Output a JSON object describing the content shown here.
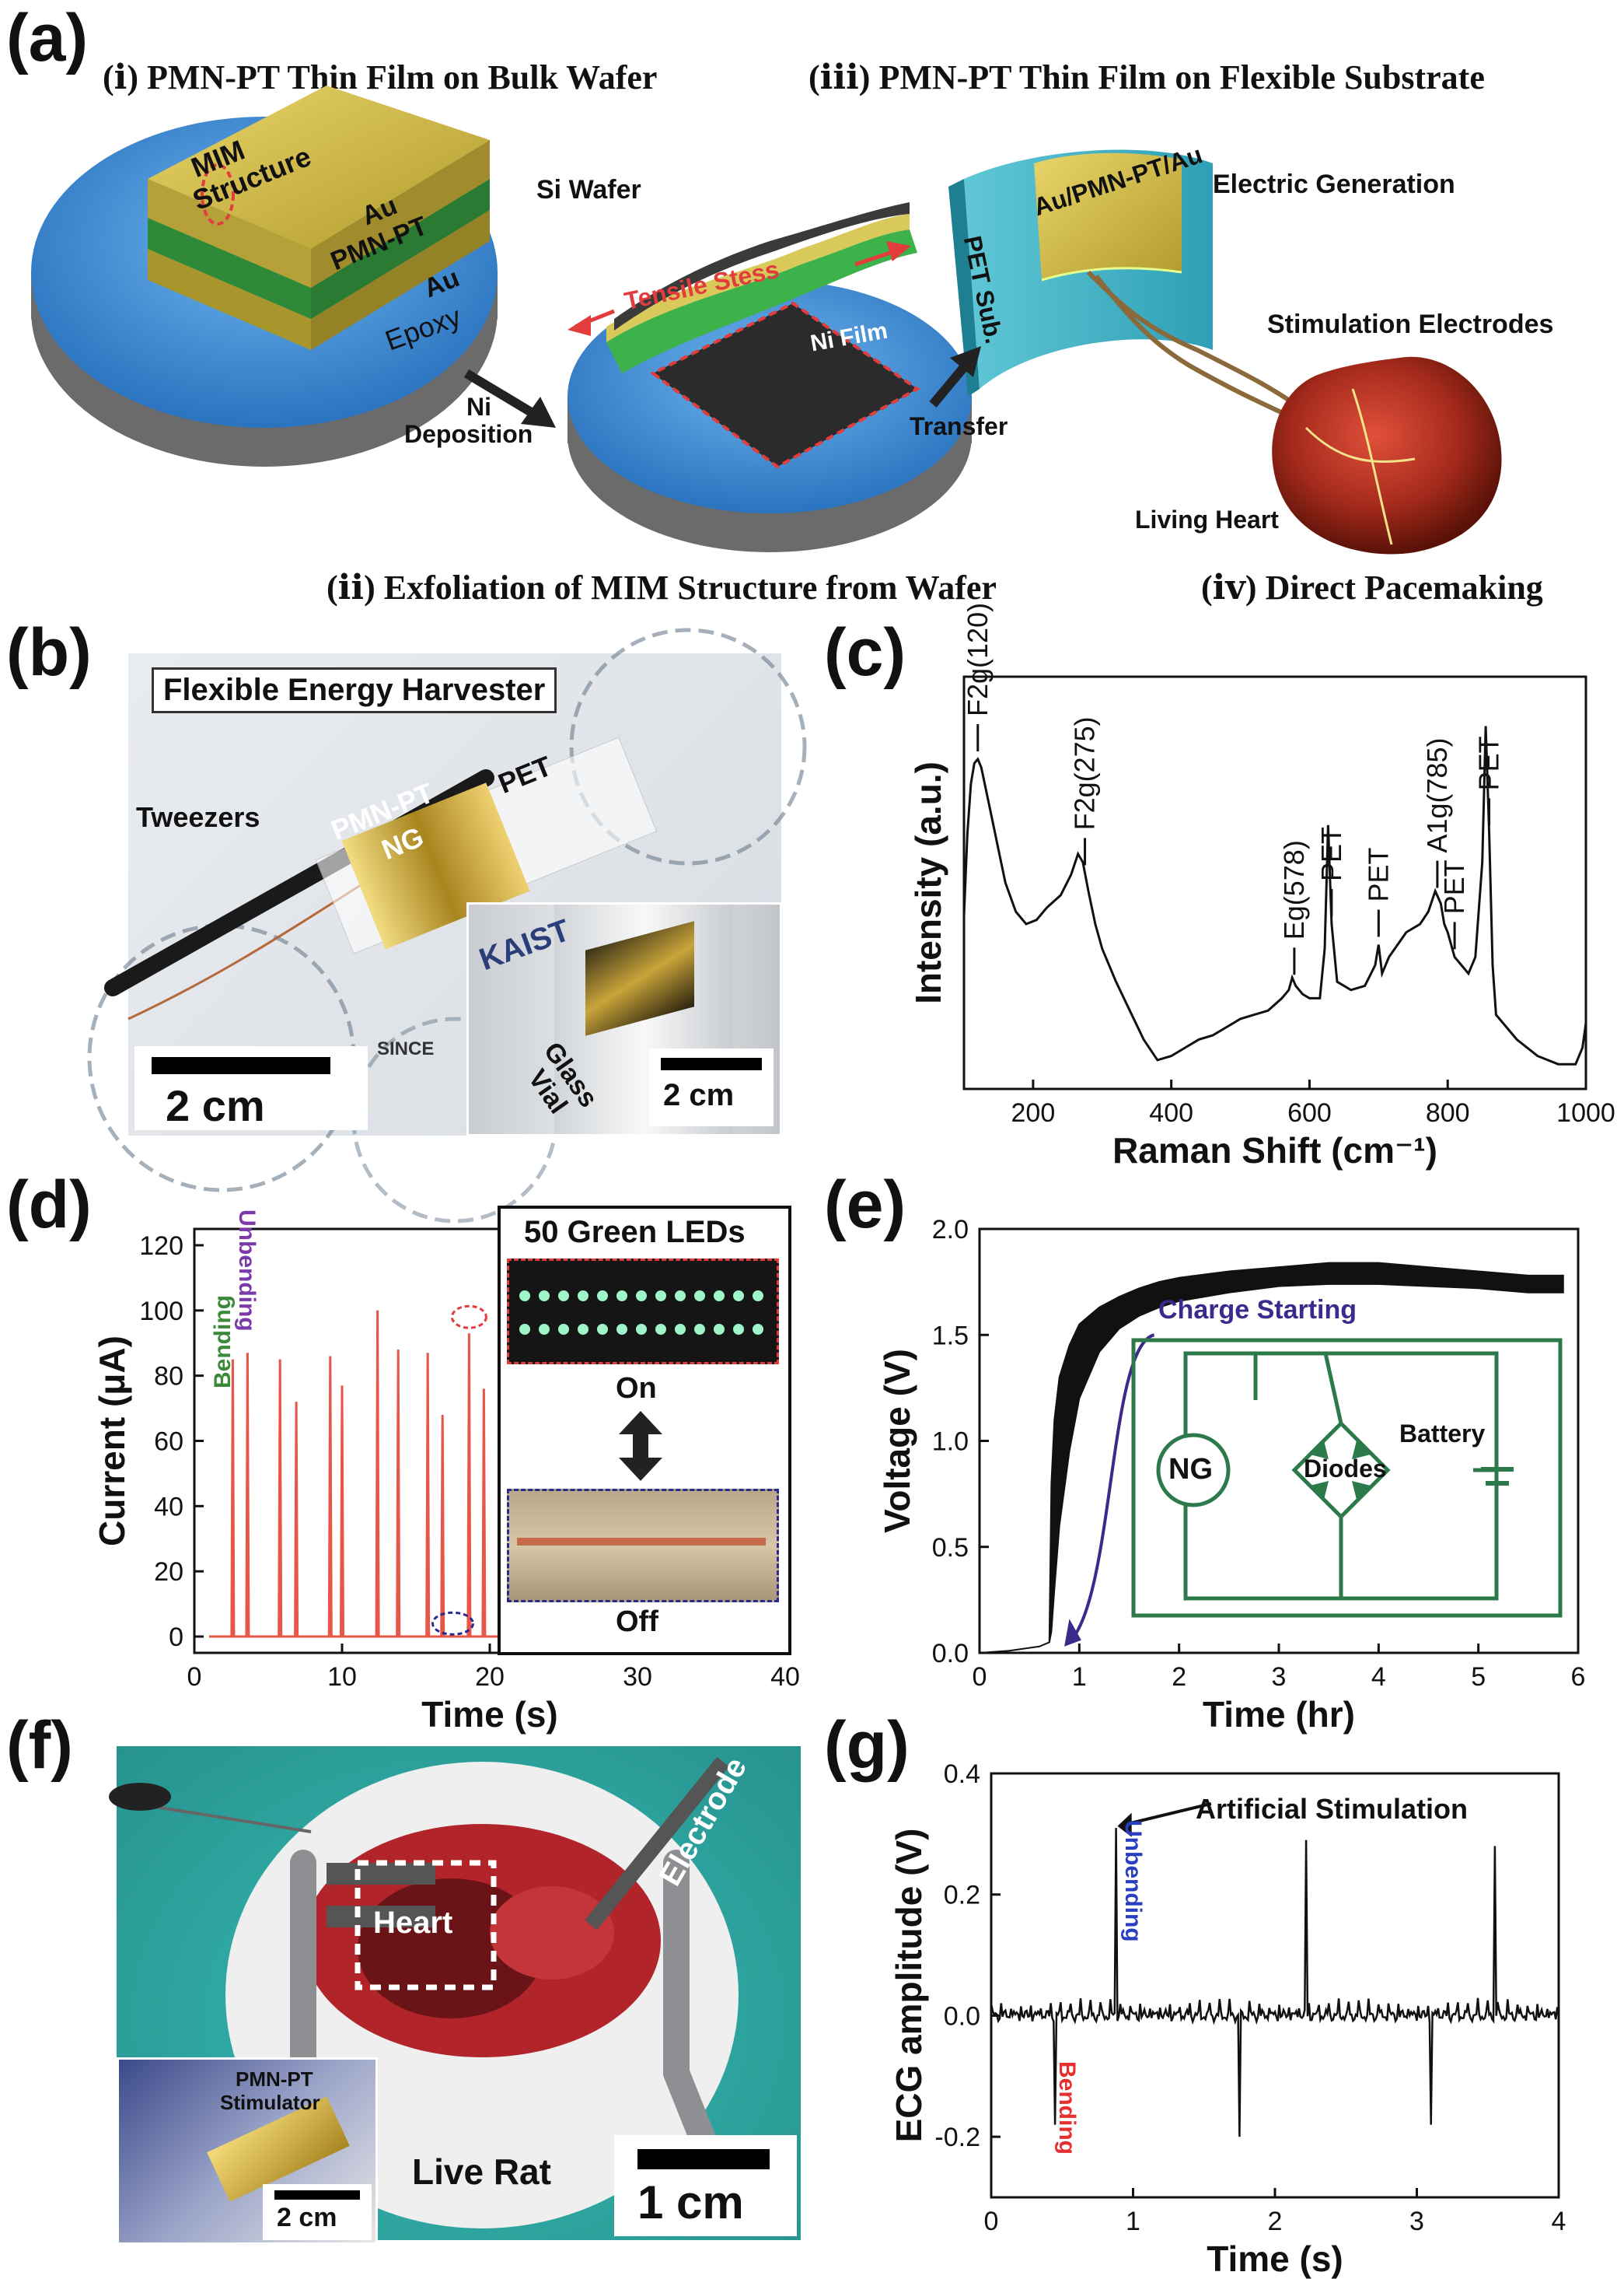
{
  "panels": {
    "a": {
      "label": "(a)",
      "steps": {
        "i": "(ⅰ) PMN-PT Thin Film on Bulk Wafer",
        "ii": "(ⅱ) Exfoliation of MIM Structure from Wafer",
        "iii": "(ⅲ) PMN-PT Thin Film on Flexible Substrate",
        "iv": "(ⅳ) Direct Pacemaking"
      },
      "labels": {
        "mim_line1": "MIM",
        "mim_line2": "Structure",
        "au_top": "Au",
        "pmnpt": "PMN-PT",
        "au_bottom": "Au",
        "epoxy": "Epoxy",
        "si_wafer": "Si Wafer",
        "ni_dep_line1": "Ni",
        "ni_dep_line2": "Deposition",
        "tensile": "Tensile Stess",
        "ni_film": "Ni Film",
        "transfer": "Transfer",
        "au_pmnpt_au": "Au/PMN-PT/Au",
        "pet_sub": "PET Sub.",
        "electric_generation": "Electric Generation",
        "stim_electrodes": "Stimulation Electrodes",
        "living_heart": "Living Heart"
      }
    },
    "b": {
      "label": "(b)",
      "title": "Flexible Energy Harvester",
      "tweezers": "Tweezers",
      "pmnpt_ng_line1": "PMN-PT",
      "pmnpt_ng_line2": "NG",
      "pet": "PET",
      "glass_vial_line1": "Glass",
      "glass_vial_line2": "Vial",
      "kaist": "KAIST",
      "since": "SINCE",
      "scale_main": "2 cm",
      "scale_inset": "2 cm"
    },
    "c": {
      "label": "(c)"
    },
    "d": {
      "label": "(d)",
      "inset_title": "50 Green LEDs",
      "on": "On",
      "off": "Off",
      "unbending": "Unbending",
      "bending": "Bending"
    },
    "e": {
      "label": "(e)",
      "charge_starting": "Charge Starting",
      "ng": "NG",
      "diodes": "Diodes",
      "battery": "Battery"
    },
    "f": {
      "label": "(f)",
      "electrode": "Electrode",
      "heart": "Heart",
      "live_rat": "Live Rat",
      "scale": "1 cm",
      "stimulator_line1": "PMN-PT",
      "stimulator_line2": "Stimulator",
      "inset_scale": "2 cm"
    },
    "g": {
      "label": "(g)",
      "artificial": "Artificial Stimulation",
      "unbending": "Unbending",
      "bending": "Bending"
    }
  },
  "colors": {
    "current_trace": "#e8564a",
    "circuit_green": "#2c7a4a",
    "arrow_blue": "#3b2a8c",
    "bending_red": "#e53030",
    "unbending_blue": "#2a3fc0",
    "bending_green": "#3a8a3a",
    "unbending_purple": "#7a3aa8"
  },
  "chart_data": [
    {
      "id": "c",
      "type": "line",
      "xlabel": "Raman Shift (cm⁻¹)",
      "ylabel": "Intensity (a.u.)",
      "xlim": [
        100,
        1000
      ],
      "xticks": [
        200,
        400,
        600,
        800,
        1000
      ],
      "y_ticks_shown": false,
      "x": [
        100,
        105,
        110,
        115,
        120,
        125,
        130,
        140,
        150,
        160,
        175,
        190,
        205,
        220,
        240,
        255,
        265,
        272,
        280,
        290,
        300,
        320,
        340,
        360,
        380,
        400,
        420,
        440,
        460,
        480,
        500,
        520,
        540,
        560,
        570,
        575,
        580,
        590,
        600,
        615,
        622,
        627,
        632,
        640,
        660,
        680,
        695,
        700,
        705,
        715,
        740,
        760,
        772,
        782,
        790,
        795,
        800,
        810,
        820,
        830,
        840,
        850,
        855,
        860,
        865,
        870,
        900,
        930,
        960,
        985,
        995,
        1000
      ],
      "y": [
        0.42,
        0.62,
        0.74,
        0.79,
        0.8,
        0.78,
        0.74,
        0.66,
        0.58,
        0.5,
        0.43,
        0.4,
        0.41,
        0.44,
        0.47,
        0.52,
        0.57,
        0.55,
        0.48,
        0.4,
        0.34,
        0.26,
        0.19,
        0.12,
        0.07,
        0.08,
        0.1,
        0.12,
        0.13,
        0.15,
        0.17,
        0.18,
        0.19,
        0.22,
        0.24,
        0.27,
        0.25,
        0.23,
        0.22,
        0.22,
        0.34,
        0.64,
        0.4,
        0.26,
        0.24,
        0.25,
        0.3,
        0.35,
        0.28,
        0.32,
        0.38,
        0.4,
        0.43,
        0.48,
        0.45,
        0.4,
        0.38,
        0.32,
        0.3,
        0.28,
        0.32,
        0.55,
        0.88,
        0.62,
        0.3,
        0.18,
        0.12,
        0.08,
        0.06,
        0.06,
        0.1,
        0.16
      ],
      "annotations": [
        {
          "text": "F2g(120)",
          "x": 120
        },
        {
          "text": "F2g(275)",
          "x": 275
        },
        {
          "text": "Eg(578)",
          "x": 578
        },
        {
          "text": "PET",
          "x": 632
        },
        {
          "text": "PET",
          "x": 700
        },
        {
          "text": "A1g(785)",
          "x": 785
        },
        {
          "text": "PET",
          "x": 810
        },
        {
          "text": "PET",
          "x": 860
        }
      ]
    },
    {
      "id": "d",
      "type": "line",
      "xlabel": "Time (s)",
      "ylabel": "Current (μA)",
      "xlim": [
        0,
        40
      ],
      "ylim": [
        -5,
        125
      ],
      "xticks": [
        0,
        10,
        20,
        30,
        40
      ],
      "yticks": [
        0,
        20,
        40,
        60,
        80,
        100,
        120
      ],
      "peaks": [
        {
          "x": 2.6,
          "y": 85
        },
        {
          "x": 3.6,
          "y": 87
        },
        {
          "x": 5.8,
          "y": 85
        },
        {
          "x": 6.9,
          "y": 72
        },
        {
          "x": 9.2,
          "y": 86
        },
        {
          "x": 10.0,
          "y": 77
        },
        {
          "x": 12.4,
          "y": 100
        },
        {
          "x": 13.8,
          "y": 88
        },
        {
          "x": 15.8,
          "y": 87
        },
        {
          "x": 16.8,
          "y": 68
        },
        {
          "x": 18.6,
          "y": 93
        },
        {
          "x": 19.6,
          "y": 76
        }
      ]
    },
    {
      "id": "e",
      "type": "area",
      "xlabel": "Time (hr)",
      "ylabel": "Voltage (V)",
      "xlim": [
        0,
        6
      ],
      "ylim": [
        0,
        2.0
      ],
      "xticks": [
        0,
        1,
        2,
        3,
        4,
        5,
        6
      ],
      "yticks": [
        0.0,
        0.5,
        1.0,
        1.5,
        2.0
      ],
      "x": [
        0,
        0.3,
        0.6,
        0.7,
        0.72,
        0.75,
        0.8,
        0.9,
        1.0,
        1.2,
        1.4,
        1.6,
        1.8,
        2.0,
        2.5,
        3.0,
        3.5,
        4.0,
        4.5,
        5.0,
        5.5,
        5.85
      ],
      "upper": [
        0.0,
        0.01,
        0.03,
        0.05,
        0.8,
        1.1,
        1.3,
        1.45,
        1.55,
        1.63,
        1.68,
        1.72,
        1.75,
        1.77,
        1.8,
        1.82,
        1.84,
        1.84,
        1.82,
        1.8,
        1.78,
        1.78
      ],
      "lower": [
        0.0,
        0.01,
        0.03,
        0.05,
        0.1,
        0.3,
        0.6,
        0.95,
        1.2,
        1.42,
        1.53,
        1.59,
        1.63,
        1.66,
        1.7,
        1.73,
        1.74,
        1.74,
        1.73,
        1.72,
        1.7,
        1.7
      ]
    },
    {
      "id": "g",
      "type": "line",
      "xlabel": "Time (s)",
      "ylabel": "ECG amplitude (V)",
      "xlim": [
        0,
        4
      ],
      "ylim": [
        -0.3,
        0.4
      ],
      "xticks": [
        0,
        1,
        2,
        3,
        4
      ],
      "yticks": [
        -0.2,
        0.0,
        0.2,
        0.4
      ],
      "spikes": [
        {
          "x": 0.45,
          "y": -0.18
        },
        {
          "x": 0.88,
          "y": 0.31
        },
        {
          "x": 1.75,
          "y": -0.2
        },
        {
          "x": 2.22,
          "y": 0.29
        },
        {
          "x": 3.1,
          "y": -0.18
        },
        {
          "x": 3.55,
          "y": 0.28
        }
      ]
    }
  ]
}
